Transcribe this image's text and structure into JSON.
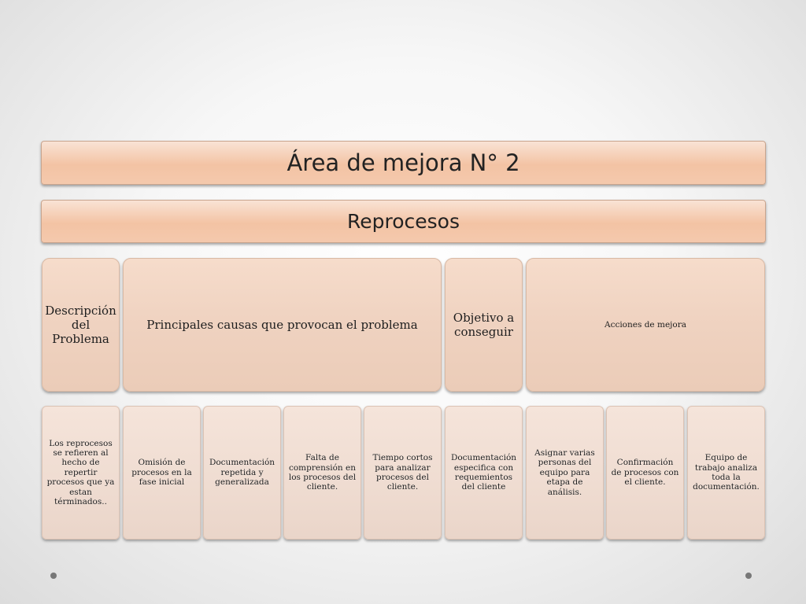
{
  "title": "Área de mejora N° 2",
  "subtitle": "Reprocesos",
  "headers": {
    "descripcion": "Descripción del Problema",
    "causas": "Principales causas que provocan el problema",
    "objetivo": "Objetivo a conseguir",
    "acciones": "Acciones de mejora"
  },
  "cells": {
    "descripcion": "Los reprocesos se refieren al hecho de repertir procesos que ya estan términados..",
    "causa1": "Omisión de procesos en la fase inicial",
    "causa2": "Documentación repetida y generalizada",
    "causa3": "Falta de comprensión en los procesos del cliente.",
    "causa4": "Tiempo cortos para analizar procesos del cliente.",
    "objetivo": "Documentación especifica con requemientos del cliente",
    "accion1": "Asignar varias personas del equipo para etapa de análisis.",
    "accion2": "Confirmación de procesos con el cliente.",
    "accion3": "Equipo de trabajo analiza toda la documentación."
  }
}
